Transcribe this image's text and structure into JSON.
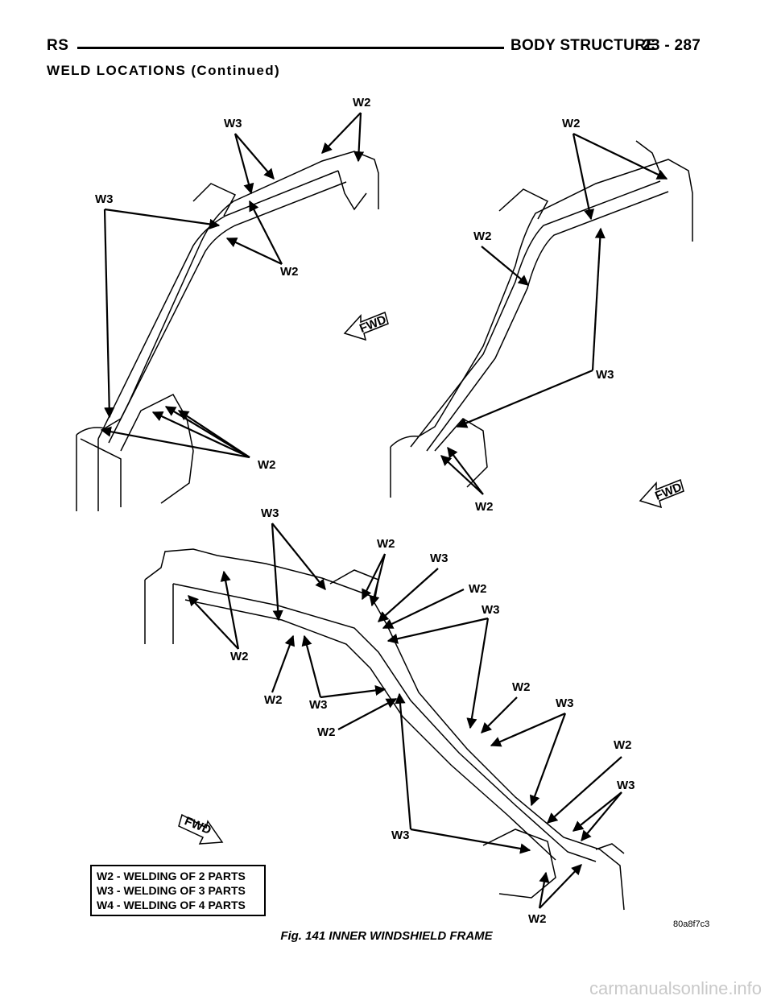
{
  "header": {
    "left": "RS",
    "title": "BODY STRUCTURE",
    "page": "23 - 287"
  },
  "section_title": "WELD LOCATIONS (Continued)",
  "figure": {
    "labels": {
      "w2": "W2",
      "w3": "W3",
      "fwd": "FWD"
    },
    "image_code": "80a8f7c3",
    "caption": "Fig. 141 INNER WINDSHIELD FRAME"
  },
  "legend": [
    "W2 - WELDING OF 2 PARTS",
    "W3 - WELDING OF 3 PARTS",
    "W4 - WELDING OF 4 PARTS"
  ],
  "watermark": "carmanualsonline.info"
}
